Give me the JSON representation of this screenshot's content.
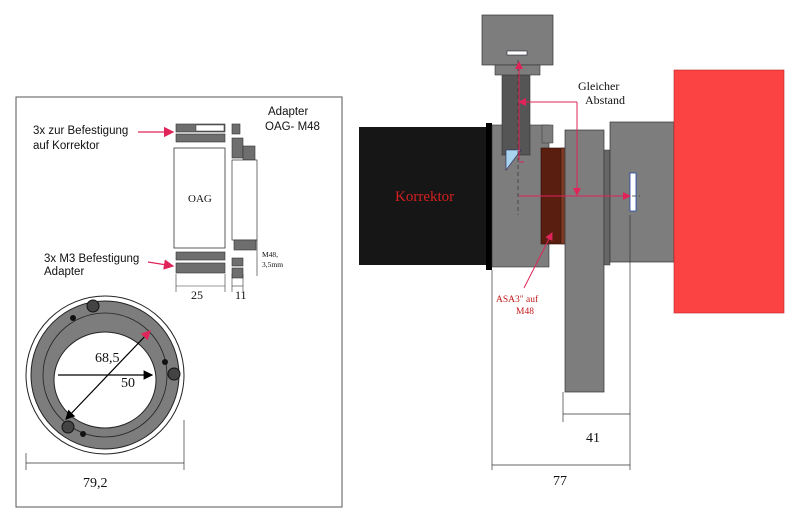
{
  "left_panel": {
    "label_befestigung_korrektor_line1": "3x zur Befestigung",
    "label_befestigung_korrektor_line2": "auf Korrektor",
    "label_adapter_line1": "Adapter",
    "label_adapter_line2": "OAG- M48",
    "label_oag": "OAG",
    "label_m3_line1": "3x M3 Befestigung",
    "label_m3_line2": "Adapter",
    "label_m48_line1": "M48,",
    "label_m48_line2": "3,5mm",
    "dim_oag_width": "25",
    "dim_adapter_width": "11",
    "dim_inner_diameter": "68,5",
    "dim_bore": "50",
    "dim_outer_diameter": "79,2"
  },
  "right_panel": {
    "label_korrektor": "Korrektor",
    "label_gleicher_line1": "Gleicher",
    "label_gleicher_line2": "Abstand",
    "label_asa_line1": "ASA3\" auf",
    "label_asa_line2": "M48",
    "dim_41": "41",
    "dim_77": "77"
  },
  "colors": {
    "korrektor_body": "#161616",
    "camera_red": "#fb4343",
    "ring_gray": "#7d7d7d",
    "asa_brown": "#5a1e10",
    "annotation_red": "#e0245a",
    "korrektor_text": "#d42020"
  }
}
